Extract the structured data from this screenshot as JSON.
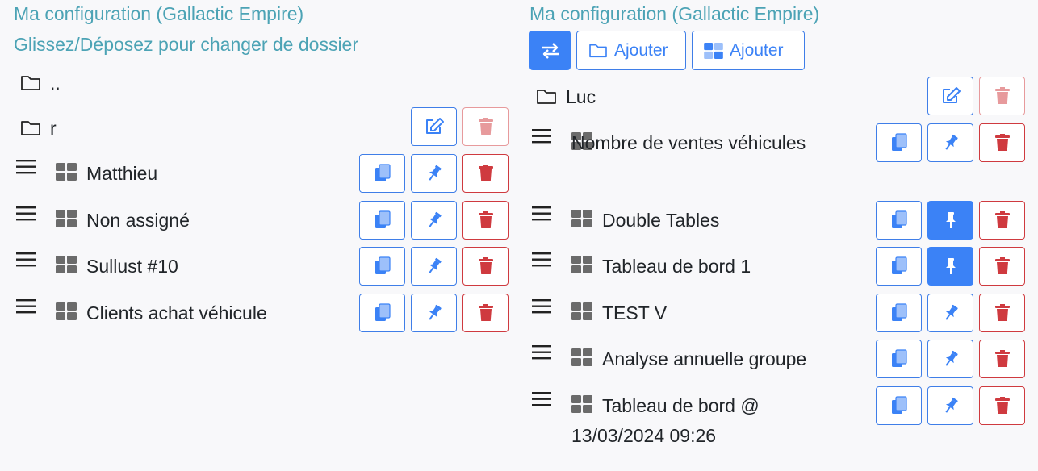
{
  "left": {
    "title": "Ma configuration (Gallactic Empire)",
    "subtitle": "Glissez/Déposez pour changer de dossier",
    "folders": [
      {
        "label": ".."
      },
      {
        "label": "r"
      }
    ],
    "items": [
      {
        "label": "Matthieu",
        "pinned": false
      },
      {
        "label": "Non assigné",
        "pinned": false
      },
      {
        "label": "Sullust #10",
        "pinned": false
      },
      {
        "label": "Clients achat véhicule",
        "pinned": false
      }
    ]
  },
  "right": {
    "title": "Ma configuration (Gallactic Empire)",
    "toolbar": {
      "add_folder_label": "Ajouter",
      "add_dashboard_label": "Ajouter"
    },
    "folder": {
      "label": "Luc"
    },
    "items": [
      {
        "label": "Nombre de ventes véhicules",
        "pinned": false
      },
      {
        "label": "Double Tables",
        "pinned": true
      },
      {
        "label": "Tableau de bord 1",
        "pinned": true
      },
      {
        "label": "TEST V",
        "pinned": false
      },
      {
        "label": "Analyse annuelle groupe",
        "pinned": false
      },
      {
        "label": "Tableau de bord @ 13/03/2024 09:26",
        "pinned": false
      }
    ]
  },
  "colors": {
    "title": "#4ca3b5",
    "primary": "#3b82f6",
    "danger": "#cf3a3f",
    "danger_light": "#e79a9c"
  },
  "icons": [
    "folder-icon",
    "edit-icon",
    "trash-icon",
    "copy-icon",
    "pin-icon",
    "drag-handle-icon",
    "dashboard-icon",
    "swap-icon",
    "folder-add-icon",
    "dashboard-add-icon"
  ]
}
